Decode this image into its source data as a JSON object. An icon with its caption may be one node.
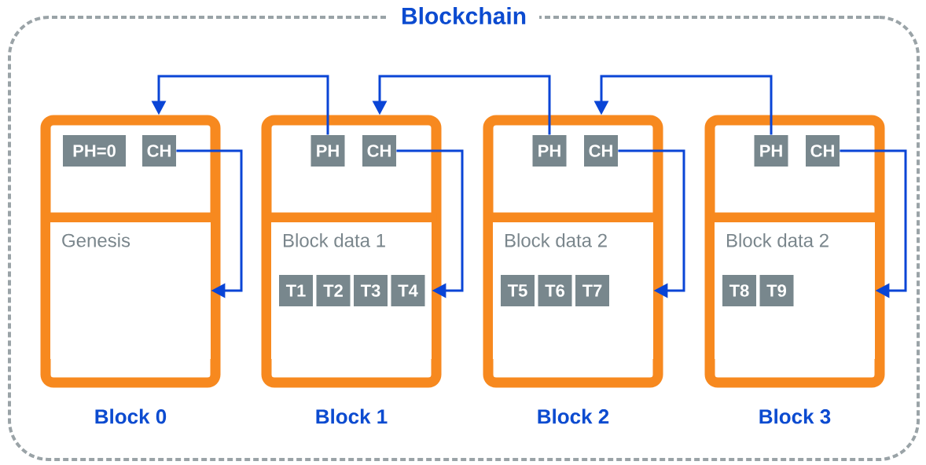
{
  "diagram": {
    "nodes": [
      {
        "text": [
          "Blockchain"
        ]
      },
      {
        "text": [],
        "shape": "box",
        "beside": [
          "Block 0"
        ],
        "in": 0
      },
      {
        "text": [
          "PH=0"
        ],
        "in": 1
      },
      {
        "text": [
          "CH"
        ],
        "in": 1
      },
      {
        "text": [
          "Genesis"
        ],
        "in": 1
      },
      {
        "text": [],
        "shape": "box",
        "beside": [
          "Block 1"
        ],
        "in": 0
      },
      {
        "text": [
          "PH"
        ],
        "in": 5
      },
      {
        "text": [
          "CH"
        ],
        "in": 5
      },
      {
        "text": [
          "Block data 1"
        ],
        "in": 5
      },
      {
        "text": [
          "T1"
        ],
        "in": 8
      },
      {
        "text": [
          "T2"
        ],
        "in": 8
      },
      {
        "text": [
          "T3"
        ],
        "in": 8
      },
      {
        "text": [
          "T4"
        ],
        "in": 8
      },
      {
        "text": [],
        "shape": "box",
        "beside": [
          "Block 2"
        ],
        "in": 0
      },
      {
        "text": [
          "PH"
        ],
        "in": 13
      },
      {
        "text": [
          "CH"
        ],
        "in": 13
      },
      {
        "text": [
          "Block data 2"
        ],
        "in": 13
      },
      {
        "text": [
          "T5"
        ],
        "in": 16
      },
      {
        "text": [
          "T6"
        ],
        "in": 16
      },
      {
        "text": [
          "T7"
        ],
        "in": 16
      },
      {
        "text": [],
        "shape": "box",
        "beside": [
          "Block 3"
        ],
        "in": 0
      },
      {
        "text": [
          "PH"
        ],
        "in": 20
      },
      {
        "text": [
          "CH"
        ],
        "in": 20
      },
      {
        "text": [
          "Block data 2"
        ],
        "in": 20
      },
      {
        "text": [
          "T8"
        ],
        "in": 23
      },
      {
        "text": [
          "T9"
        ],
        "in": 23
      }
    ],
    "edges": [
      {
        "from": 3,
        "to": 4,
        "arrow": "to"
      },
      {
        "from": 6,
        "to": 1,
        "arrow": "to"
      },
      {
        "from": 7,
        "to": 8,
        "arrow": "to"
      },
      {
        "from": 14,
        "to": 5,
        "arrow": "to"
      },
      {
        "from": 15,
        "to": 16,
        "arrow": "to"
      },
      {
        "from": 21,
        "to": 13,
        "arrow": "to"
      },
      {
        "from": 22,
        "to": 23,
        "arrow": "to"
      }
    ]
  }
}
